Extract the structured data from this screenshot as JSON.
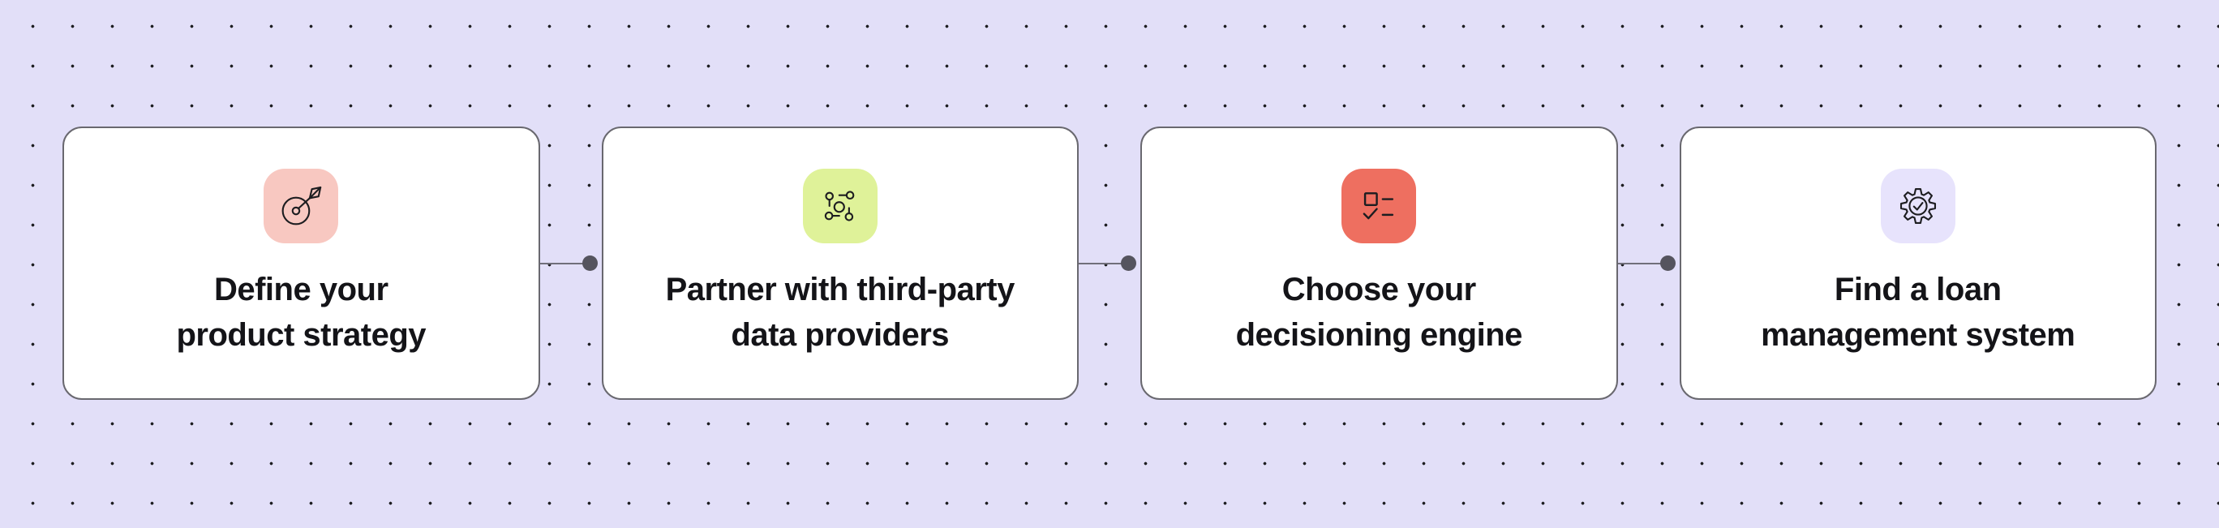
{
  "canvas": {
    "background_color": "#E2DFF8",
    "grid_dot_color": "#1E1E22"
  },
  "flow": {
    "steps": [
      {
        "label": "Define your\nproduct strategy",
        "icon": "target-icon",
        "icon_bg": "#F8C8C1"
      },
      {
        "label": "Partner with third-party\ndata providers",
        "icon": "network-icon",
        "icon_bg": "#DFF299"
      },
      {
        "label": "Choose your\ndecisioning engine",
        "icon": "checklist-icon",
        "icon_bg": "#EE6F60"
      },
      {
        "label": "Find a loan\nmanagement system",
        "icon": "gear-check-icon",
        "icon_bg": "#E7E3FC"
      }
    ],
    "style": {
      "card_background": "#FFFFFF",
      "card_border_color": "#69686F",
      "label_color": "#141418",
      "icon_stroke_color": "#1D1D20",
      "connector_line_color": "#706F7A",
      "connector_dot_color": "#55545E"
    }
  }
}
